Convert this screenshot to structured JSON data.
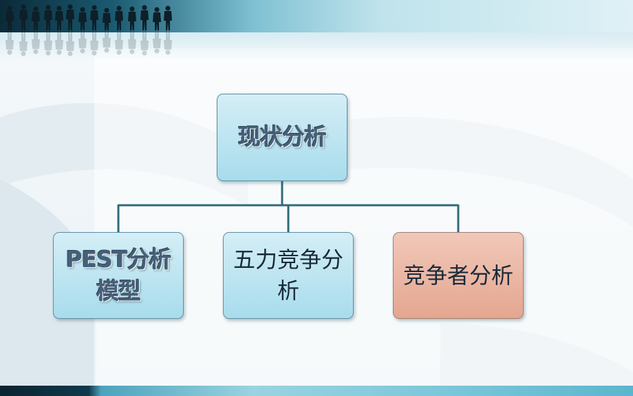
{
  "diagram": {
    "root": {
      "label": "现状分析"
    },
    "children": [
      {
        "label": "PEST分析模型"
      },
      {
        "label": "五力竞争分析"
      },
      {
        "label": "竞争者分析"
      }
    ]
  },
  "colors": {
    "box_fill_blue": "#a8dcec",
    "box_fill_highlight": "#e4a690",
    "connector": "#2f6b78",
    "banner_dark": "#0b2a38"
  },
  "icons": {
    "banner_figures": "business-people-silhouettes"
  }
}
